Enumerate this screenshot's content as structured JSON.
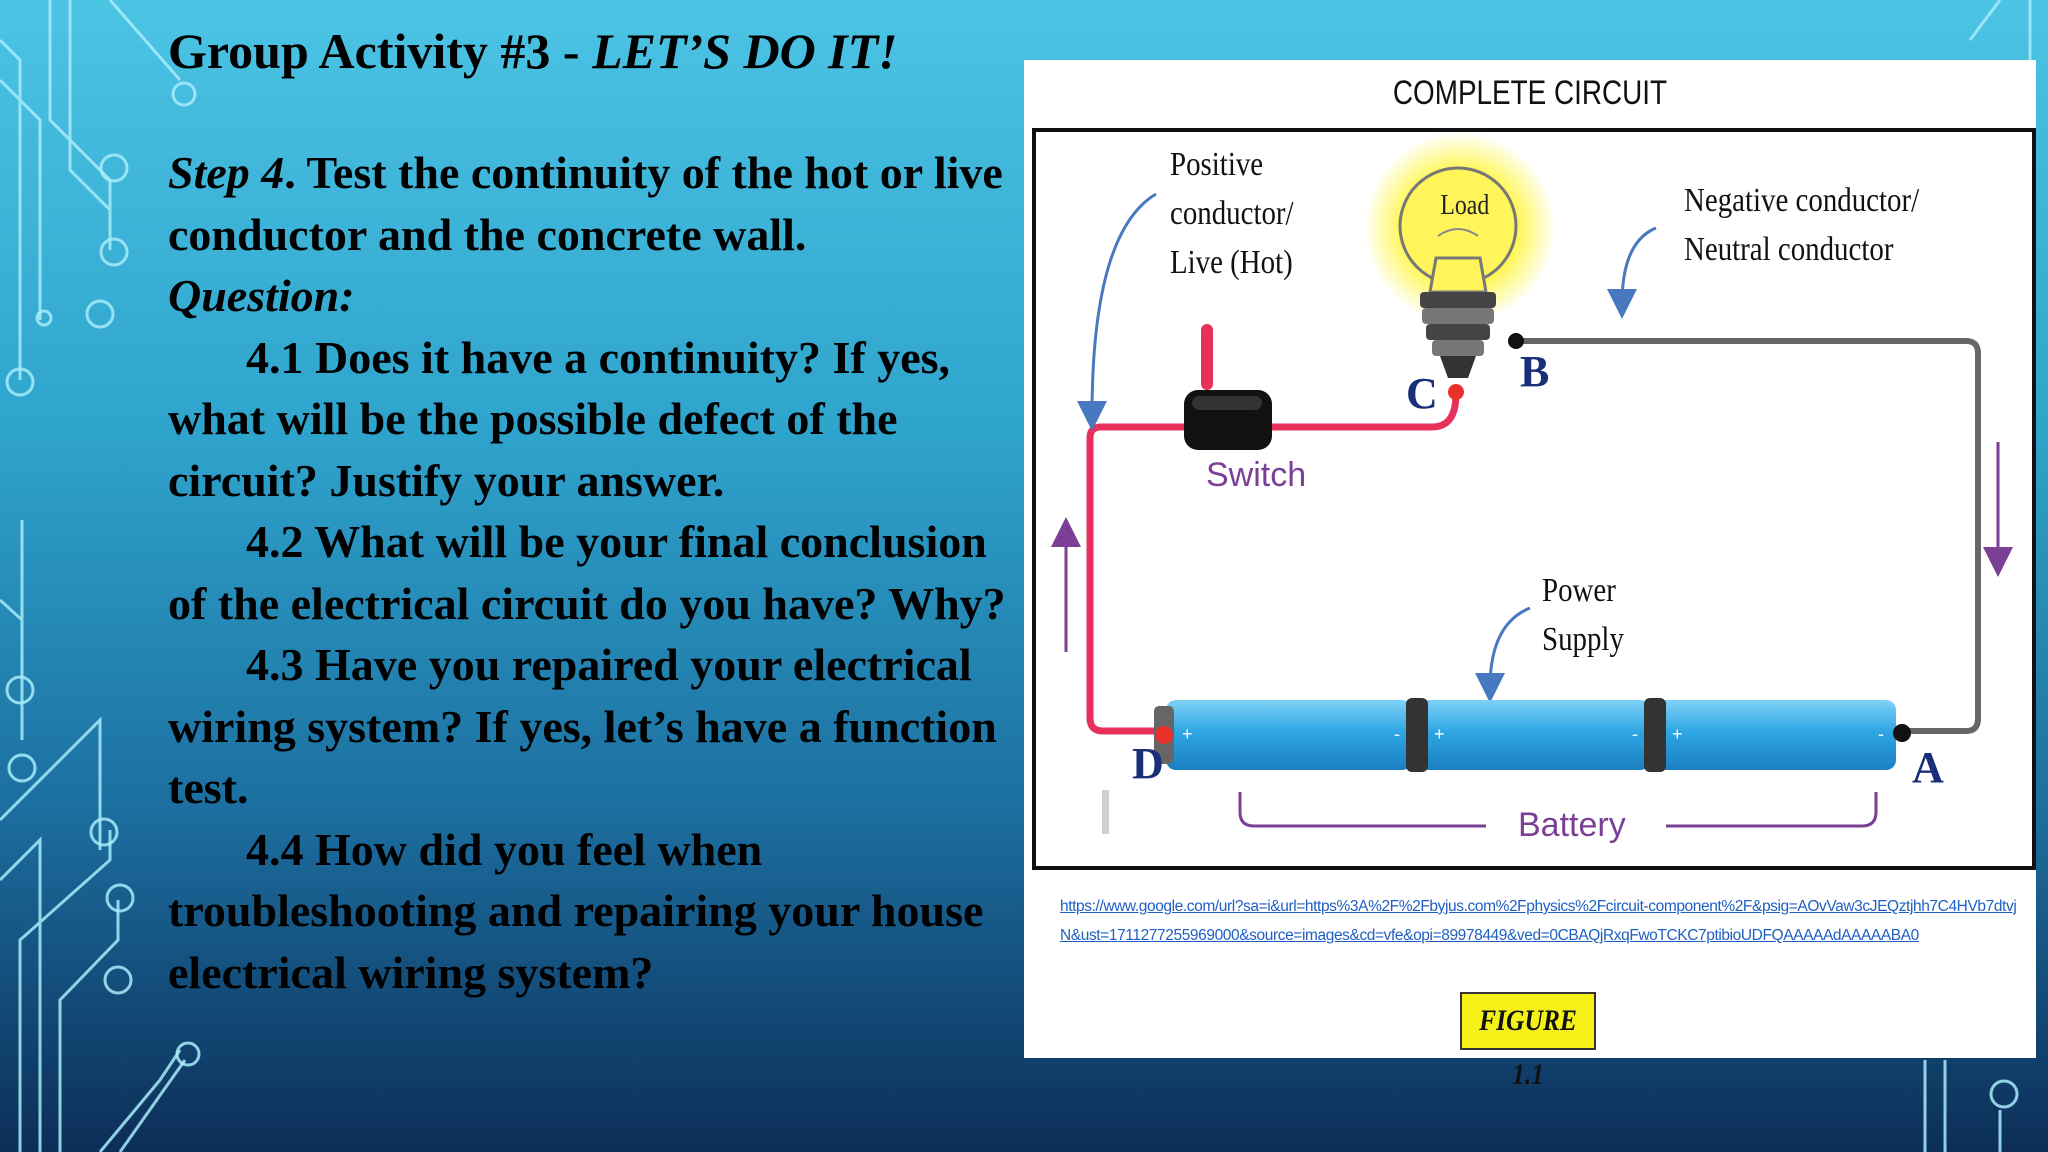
{
  "slide": {
    "title_prefix": "Group Activity #3 - ",
    "title_emphasis": "LET’S DO IT!",
    "step_label": "Step 4",
    "step_text": ". Test the continuity of the hot or live conductor and the concrete wall.",
    "question_label": "Question:",
    "questions": [
      "4.1 Does it have a continuity? If yes, what will be the possible defect of the circuit? Justify your answer.",
      "4.2 What will be your final conclusion of the electrical circuit do you have? Why?",
      "4.3 Have you repaired your electrical wiring system? If yes, let’s have a function test.",
      "4.4 How did you feel when troubleshooting and repairing your house electrical wiring system?"
    ]
  },
  "figure": {
    "title": "COMPLETE CIRCUIT",
    "labels": {
      "positive_line1": "Positive",
      "positive_line2": "conductor/",
      "positive_line3": "Live (Hot)",
      "load": "Load",
      "negative_line1": "Negative conductor/",
      "negative_line2": "Neutral conductor",
      "switch": "Switch",
      "power_line1": "Power",
      "power_line2": "Supply",
      "battery": "Battery",
      "point_a": "A",
      "point_b": "B",
      "point_c": "C",
      "point_d": "D"
    },
    "source_url": "https://www.google.com/url?sa=i&url=https%3A%2F%2Fbyjus.com%2Fphysics%2Fcircuit-component%2F&psig=AOvVaw3cJEQztjhh7C4HVb7dtvjN&ust=1711277255969000&source=images&cd=vfe&opi=89978449&ved=0CBAQjRxqFwoTCKC7ptibioUDFQAAAAAdAAAAABA0",
    "caption": "FIGURE 1.1"
  },
  "colors": {
    "live_wire": "#e8315a",
    "neutral_wire": "#666666",
    "battery": "#2fa6e4",
    "arrow_blue": "#4878bf",
    "arrow_purple": "#7b3f96",
    "bulb_glow": "#fff200"
  }
}
